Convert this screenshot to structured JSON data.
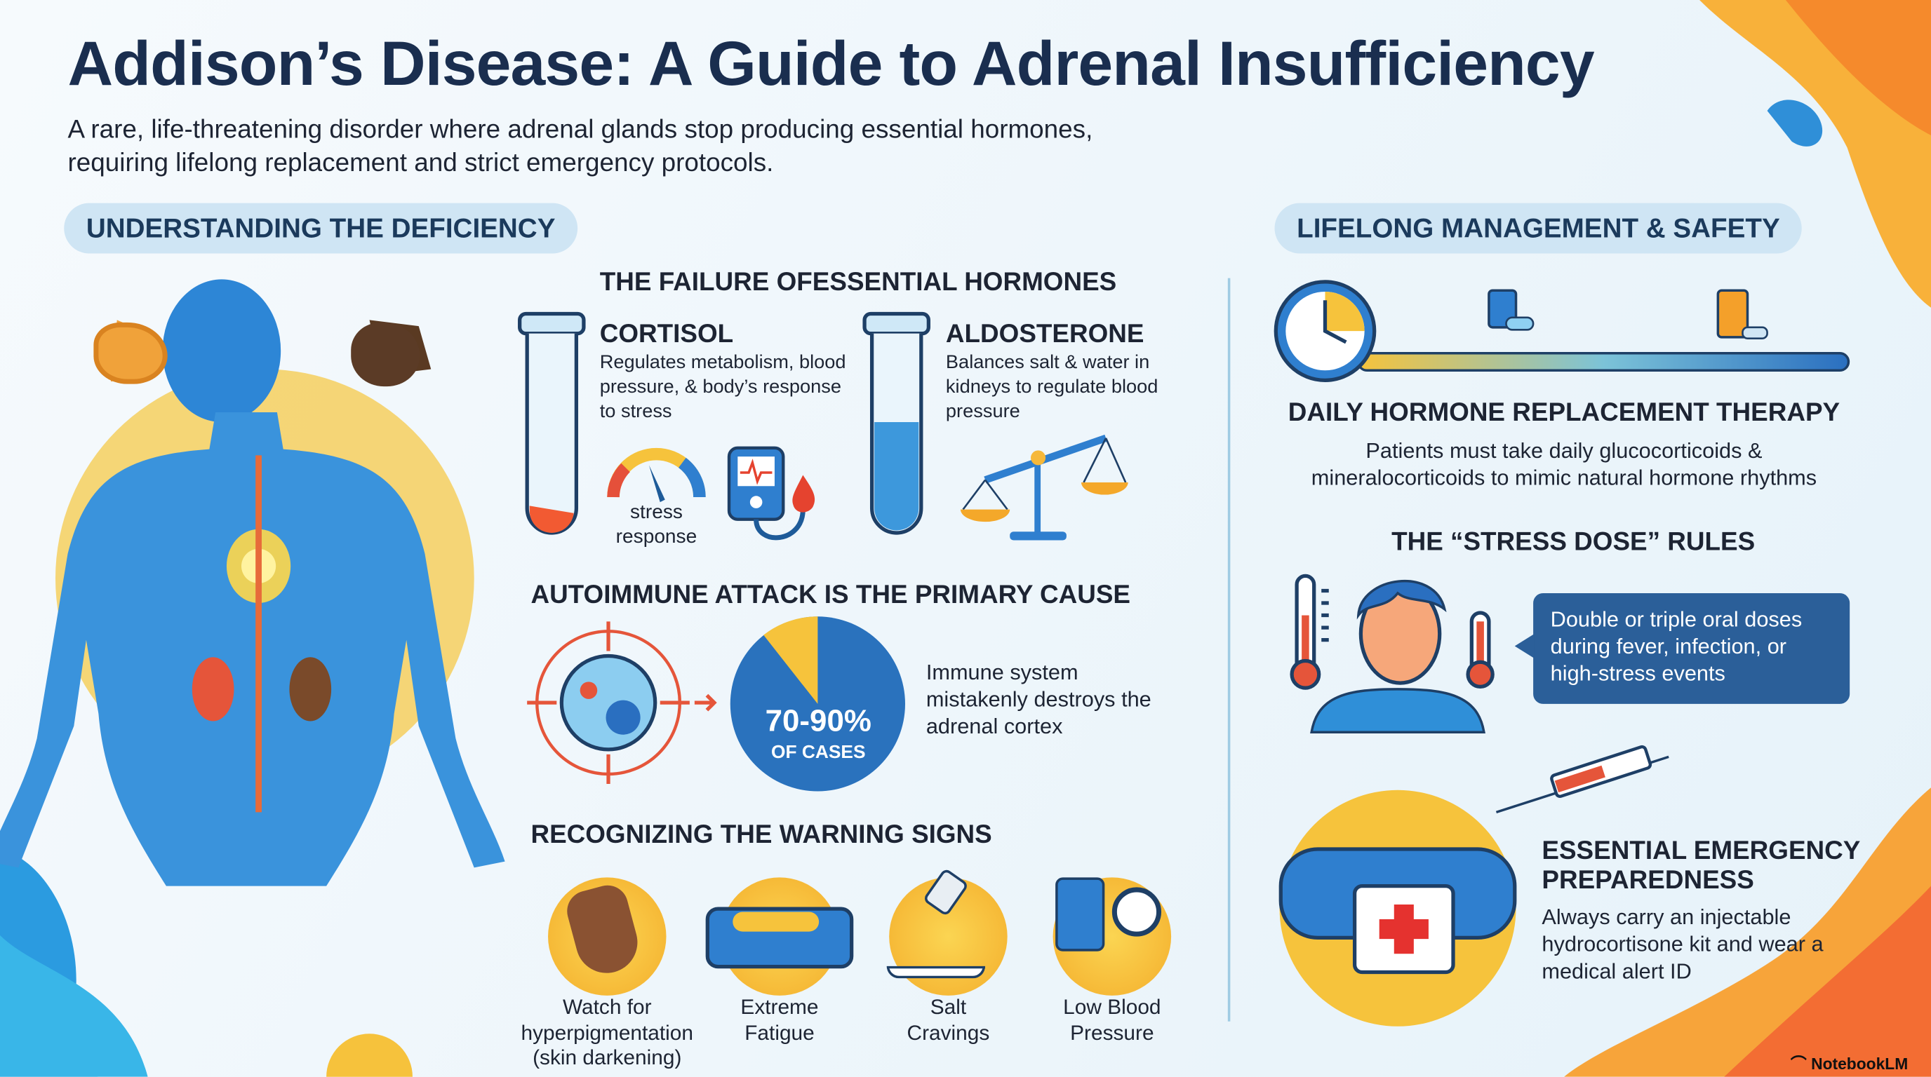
{
  "title": "Addison’s Disease: A Guide to Adrenal Insufficiency",
  "subtitle": "A rare, life-threatening disorder where adrenal glands stop producing essential hormones, requiring lifelong replacement and strict emergency protocols.",
  "left_section": {
    "pill": "UNDERSTANDING THE DEFICIENCY",
    "hormones": {
      "heading": "THE FAILURE OFESSENTIAL HORMONES",
      "cortisol": {
        "title": "CORTISOL",
        "desc": "Regulates metabolism, blood pressure, & body’s response to stress",
        "gauge_label_1": "stress",
        "gauge_label_2": "response"
      },
      "aldosterone": {
        "title": "ALDOSTERONE",
        "desc": "Balances salt & water in kidneys to regulate blood pressure"
      }
    },
    "autoimmune": {
      "heading": "AUTOIMMUNE ATTACK IS THE PRIMARY CAUSE",
      "stat": "70-90%",
      "stat_sub": "OF CASES",
      "desc": "Immune system mistakenly destroys the adrenal cortex"
    },
    "warning": {
      "heading": "RECOGNIZING THE WARNING SIGNS",
      "items": [
        {
          "line1": "Watch for",
          "line2": "hyperpigmentation",
          "line3": "(skin darkening)"
        },
        {
          "line1": "Extreme",
          "line2": "Fatigue"
        },
        {
          "line1": "Salt",
          "line2": "Cravings"
        },
        {
          "line1": "Low Blood",
          "line2": "Pressure"
        }
      ]
    }
  },
  "right_section": {
    "pill": "LIFELONG MANAGEMENT & SAFETY",
    "therapy": {
      "heading": "DAILY HORMONE REPLACEMENT THERAPY",
      "desc_1": "Patients must take daily glucocorticoids &",
      "desc_2": "mineralocorticoids to mimic natural hormone rhythms"
    },
    "stress_dose": {
      "heading": "THE “STRESS DOSE” RULES",
      "bubble": "Double or triple oral doses during fever, infection, or high-stress events"
    },
    "emergency": {
      "heading_1": "ESSENTIAL EMERGENCY",
      "heading_2": "PREPAREDNESS",
      "desc": "Always carry an injectable hydrocortisone kit and wear a medical alert ID"
    }
  },
  "brand": "NotebookLM",
  "colors": {
    "navy": "#1a2e4f",
    "pill": "#cfe5f4",
    "blue": "#2f7fcf",
    "yellow": "#f5c33b",
    "orange": "#f07a2b",
    "red": "#e5432f",
    "bubble": "#2b5f99"
  }
}
